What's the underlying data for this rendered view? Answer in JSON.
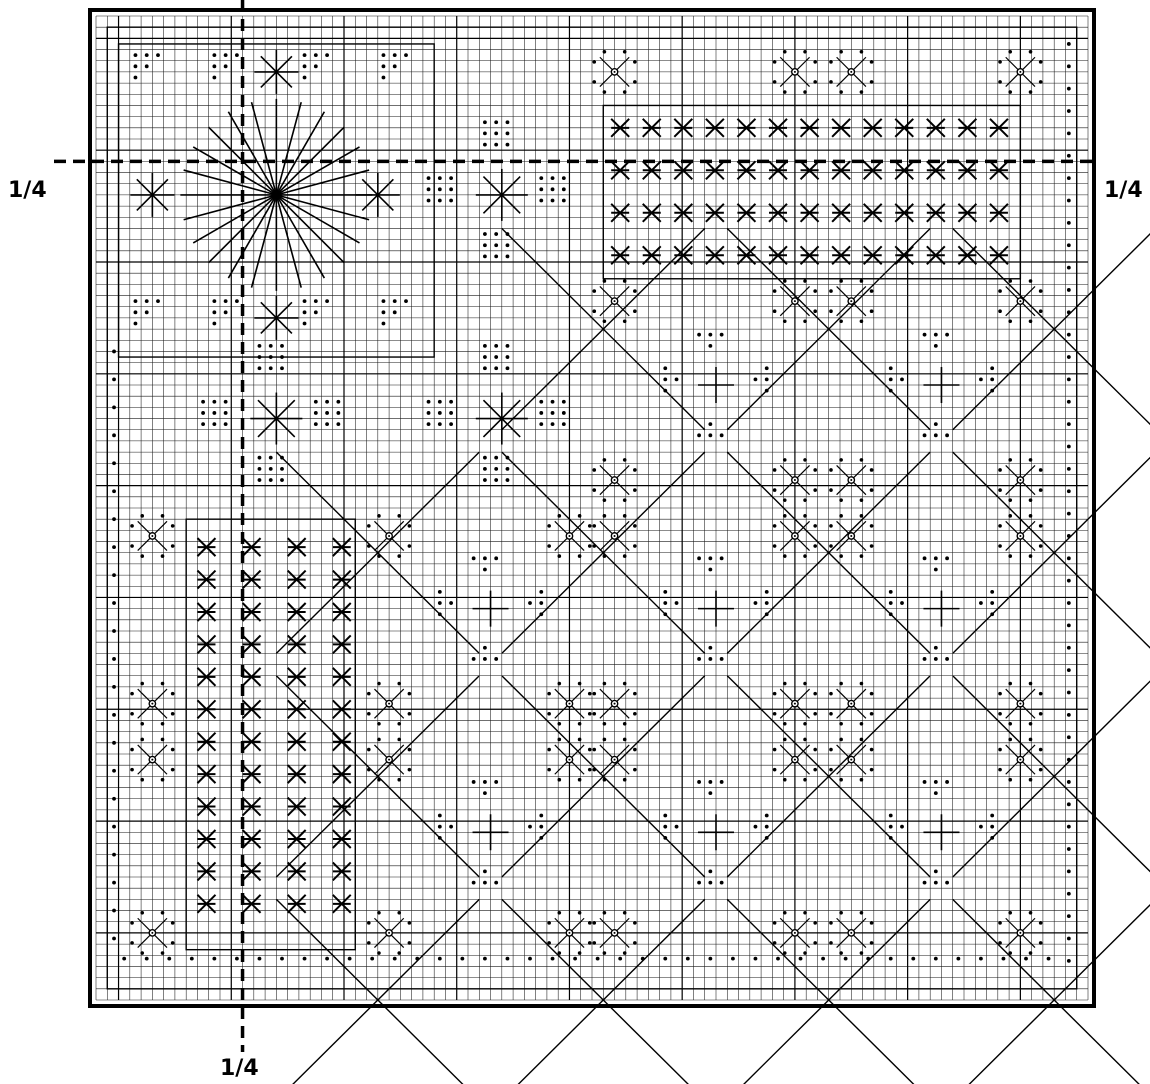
{
  "quarter_markers": {
    "left": "1/4",
    "right": "1/4",
    "bottom": "1/4"
  },
  "colors": {
    "ink": "#000000",
    "grid": "#1a1a1a",
    "paper": "#ffffff"
  },
  "chart_data": {
    "type": "stitch-chart",
    "grid_cells": 88,
    "block_cells": 10,
    "quarter_line_cell": 13,
    "stitch_types": [
      "star-eyelet",
      "double-cross",
      "smyrna-cross",
      "algerian-eyelet",
      "french-knot-dots",
      "long-diagonal"
    ]
  }
}
